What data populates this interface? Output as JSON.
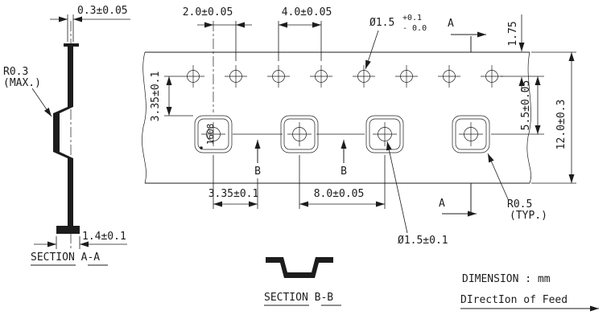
{
  "section_aa": {
    "title": "SECTION  A-A",
    "thickness_dim": "0.3±0.05",
    "radius_line1": "R0.3",
    "radius_line2": "(MAX.)",
    "base_dim": "1.4±0.1"
  },
  "tape": {
    "hole_to_pocket_center_dim": "2.0±0.05",
    "sprocket_pitch_dim": "4.0±0.05",
    "sprocket_hole_dia": "Ø1.5",
    "sprocket_tol_upper": "+0.1",
    "sprocket_tol_lower": "- 0.0",
    "edge_to_hole_dim": "1.75",
    "hole_to_pocket_dim": "5.5±0.05",
    "tape_width_dim": "12.0±0.3",
    "pocket_offset_left_dim": "3.35±0.1",
    "pocket_offset_bottom_dim": "3.35±0.1",
    "pocket_pitch_dim": "8.0±0.05",
    "pocket_hole_dia": "Ø1.5±0.1",
    "corner_radius_line1": "R0.5",
    "corner_radius_line2": "(TYP.)",
    "section_a_marker": "A",
    "section_b_marker": "B",
    "component_marking": "1608"
  },
  "section_bb": {
    "title": "SECTION  B-B"
  },
  "notes": {
    "units_label": "DIMENSION : mm",
    "feed_label": "DIrectIon of Feed"
  },
  "colors": {
    "line": "#1c1c1c",
    "background": "#ffffff"
  }
}
